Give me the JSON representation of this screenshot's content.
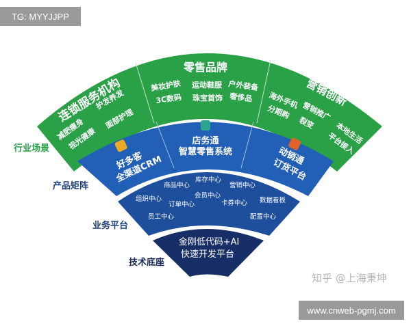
{
  "badge_top": "TG: MYYJJPP",
  "badge_bottom": "www.cnweb-pgmj.com",
  "watermark": "知乎 @上海秉坤",
  "colors": {
    "industry": "#2aa147",
    "product": "#2160b6",
    "business": "#1e4f9d",
    "tech": "#172f66"
  },
  "layers": {
    "industry": {
      "label": "行业场景",
      "sectors": [
        {
          "title": "连锁服务机构",
          "items": [
            "护发养发",
            "减肥瘦身",
            "面部护理",
            "视光健康"
          ]
        },
        {
          "title": "零售品牌",
          "items": [
            "美妆护肤",
            "运动鞋服",
            "户外装备",
            "3C数码",
            "珠宝首饰",
            "奢侈品"
          ]
        },
        {
          "title": "营销创新",
          "items": [
            "海外手机",
            "营销推广",
            "分期购",
            "裂变",
            "本地生活",
            "平台接入"
          ]
        }
      ]
    },
    "product": {
      "label": "产品矩阵",
      "sectors": [
        {
          "name": "好多客",
          "sub": "全渠道CRM",
          "icon": "crm-icon"
        },
        {
          "name": "店务通",
          "sub": "智慧零售系统",
          "icon": "store-icon"
        },
        {
          "name": "动销通",
          "sub": "订货平台",
          "icon": "cart-icon"
        }
      ]
    },
    "business": {
      "label": "业务平台",
      "items": [
        "库存中心",
        "商品中心",
        "营销中心",
        "组织中心",
        "会员中心",
        "数据看板",
        "订单中心",
        "卡券中心",
        "员工中心",
        "配置中心"
      ]
    },
    "tech": {
      "label": "技术底座",
      "line1": "金刚低代码+AI",
      "line2": "快速开发平台"
    }
  }
}
